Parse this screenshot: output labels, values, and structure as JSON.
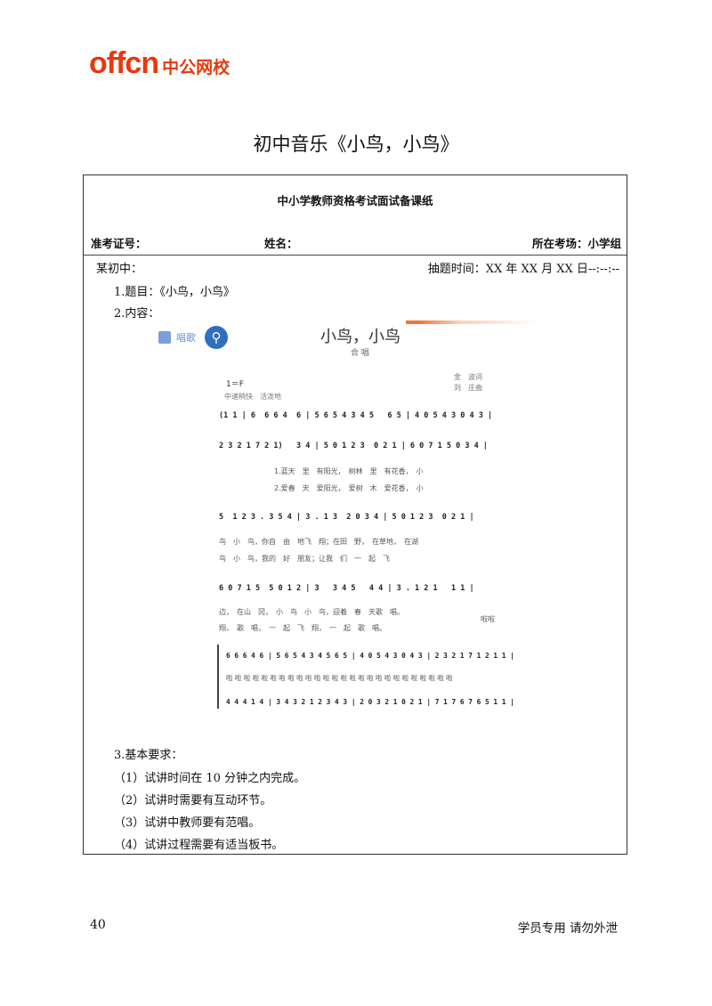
{
  "header": {
    "logo_latin": "offcn",
    "logo_cn": "中公网校",
    "brand_color": "#e8380d"
  },
  "page_title": "初中音乐《小鸟，小鸟》",
  "card": {
    "heading": "中小学教师资格考试面试备课纸",
    "exam_id_label": "准考证号：",
    "name_label": "姓名：",
    "site_label": "所在考场：小学组",
    "subject": "某初中：",
    "draw_time": "抽题时间：XX 年 XX 月 XX 日--:--:--",
    "topic": "1.题目：《小鸟，小鸟》",
    "content_label": "2.内容：",
    "requirements_title": "3.基本要求：",
    "requirements": [
      "（1）试讲时间在 10 分钟之内完成。",
      "（2）试讲时需要有互动环节。",
      "（3）试讲中教师要有范唱。",
      "（4）试讲过程需要有适当板书。"
    ]
  },
  "score": {
    "sing_label": "唱歌",
    "title": "小鸟，小鸟",
    "subtitle": "合 唱",
    "key": "1＝F",
    "tempo": "中速稍快　活泼地",
    "credit_lyrics": "金　波词",
    "credit_music": "刘　庄曲",
    "rows": [
      "(1 1 | 6  6 6 4  6 | 5 6 5 4 3 4 5   6 5 | 4 0 5 4 3 0 4 3 |",
      "2 3 2 1 7 2 1)   3 4 | 5 0 1 2 3  0 2 1 | 6 0 7 1 5 0 3 4 |",
      "5  1 2 3 . 3 5 4 | 3 . 1 3  2 0 3 4 | 5 0 1 2 3  0 2 1 |",
      "6 0 7 1 5  5 0 1 2 | 3   3 4 5   4 4 | 3 . 1 2 1   1 1 |",
      "6 6 6 4 6 | 5 6 5 4 3 4 5 6 5 | 4 0 5 4 3 0 4 3 | 2 3 2 1 7 1 2 1 1 |",
      "4 4 4 1 4 | 3 4 3 2 1 2 3 4 3 | 2 0 3 2 1 0 2 1 | 7 1 7 6 7 6 5 1 1 |"
    ],
    "lyrics": [
      "1.蓝天　里　有阳光，　树林　里　有花香，　小",
      "2.爱春　天　爱阳光，　爱树　木　爱花香，　小",
      "鸟　小　鸟，你自　由　地飞　翔；在田　野，　在草地，　在湖",
      "鸟　小　鸟，我的　好　朋友；让我　们　一　起　飞",
      "边，　在山　冈，　小　鸟　小　鸟，迎着　春　天歌　唱。",
      "翔，　歌　唱，　一　起　飞　翔，　一　起　歌　唱。",
      "啦 啦 啦 啦 啦 啦 啦 啦 啦 啦 啦 啦 啦 啦 啦 啦 啦 啦 啦 啦 啦 啦 啦 啦 啦 啦"
    ],
    "tail_syllable": "啦啦"
  },
  "footer": {
    "page_number": "40",
    "notice": "学员专用 请勿外泄"
  }
}
